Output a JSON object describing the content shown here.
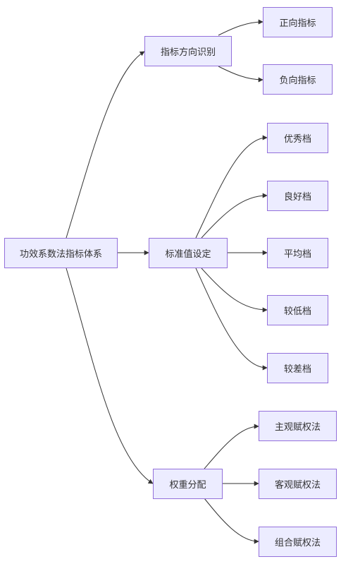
{
  "colors": {
    "node_fill": "#ececff",
    "node_border": "#9370db",
    "edge": "#333333",
    "text": "#333333"
  },
  "nodes": {
    "root": "功效系数法指标体系",
    "direction": "指标方向识别",
    "positive": "正向指标",
    "negative": "负向指标",
    "standard": "标准值设定",
    "excellent": "优秀档",
    "good": "良好档",
    "average": "平均档",
    "lower": "较低档",
    "poor": "较差档",
    "weight": "权重分配",
    "subjective": "主观赋权法",
    "objective": "客观赋权法",
    "combined": "组合赋权法"
  }
}
